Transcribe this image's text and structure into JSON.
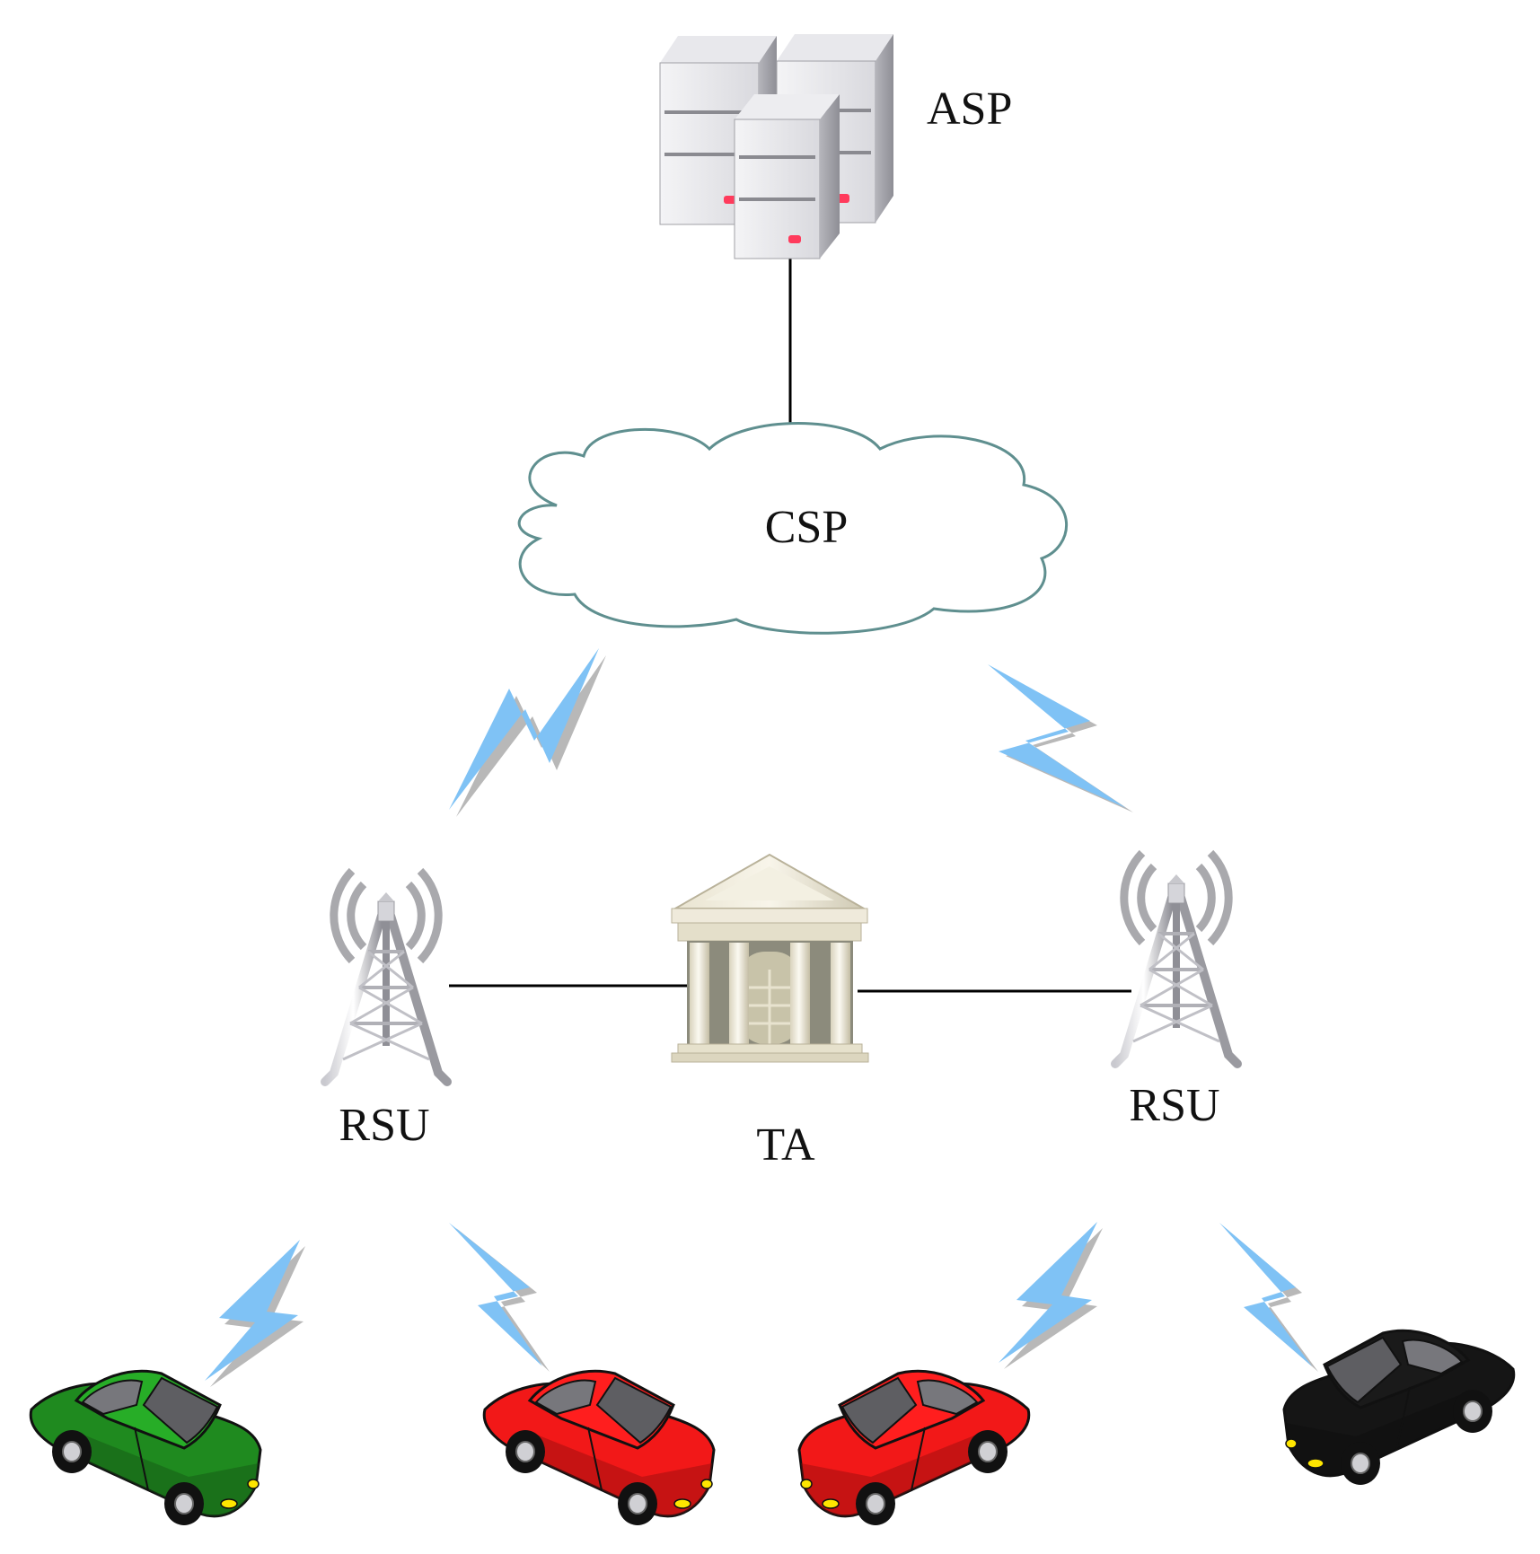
{
  "nodes": {
    "asp": {
      "label": "ASP"
    },
    "csp": {
      "label": "CSP"
    },
    "rsu_left": {
      "label": "RSU"
    },
    "rsu_right": {
      "label": "RSU"
    },
    "ta": {
      "label": "TA"
    }
  },
  "vehicles": [
    {
      "color": "#1f8a1f"
    },
    {
      "color": "#f21818"
    },
    {
      "color": "#f21818"
    },
    {
      "color": "#151515"
    }
  ],
  "colors": {
    "lightning": "#7fc2f5",
    "lightning_shadow": "#b8b8b8",
    "cloud_stroke": "#5f8f8f",
    "link": "#000000"
  }
}
